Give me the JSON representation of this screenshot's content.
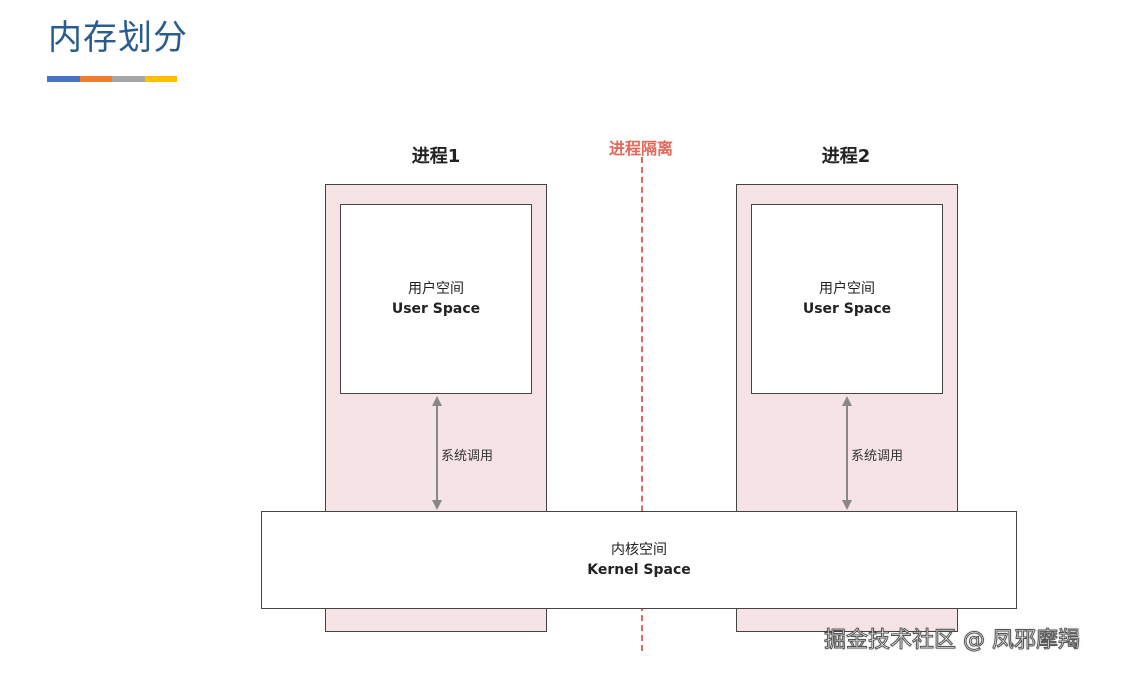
{
  "page": {
    "title": "内存划分",
    "title_color": "#2a5d8f",
    "accent_bar_colors": [
      "#4472c4",
      "#ed7d31",
      "#a5a5a5",
      "#ffc000"
    ]
  },
  "diagram": {
    "process1": {
      "label": "进程1",
      "user_space_cn": "用户空间",
      "user_space_en": "User Space",
      "syscall_label": "系统调用"
    },
    "process2": {
      "label": "进程2",
      "user_space_cn": "用户空间",
      "user_space_en": "User Space",
      "syscall_label": "系统调用"
    },
    "isolation_label": "进程隔离",
    "kernel_space_cn": "内核空间",
    "kernel_space_en": "Kernel Space",
    "colors": {
      "process_fill": "#f6e3e6",
      "isolation": "#e2685a",
      "arrow": "#888888"
    }
  },
  "watermark": "掘金技术社区 @ 凤邪摩羯"
}
